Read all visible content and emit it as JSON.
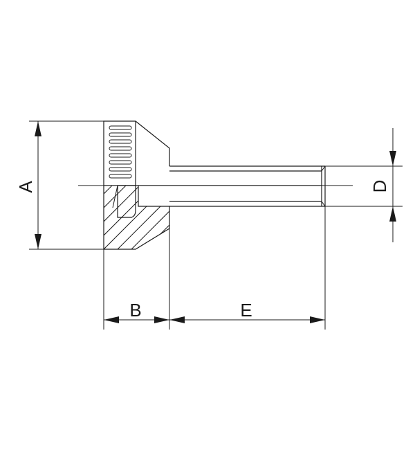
{
  "dimensions": {
    "a": "A",
    "b": "B",
    "d": "D",
    "e": "E"
  },
  "colors": {
    "line": "#1a1a1a",
    "background": "#ffffff"
  }
}
